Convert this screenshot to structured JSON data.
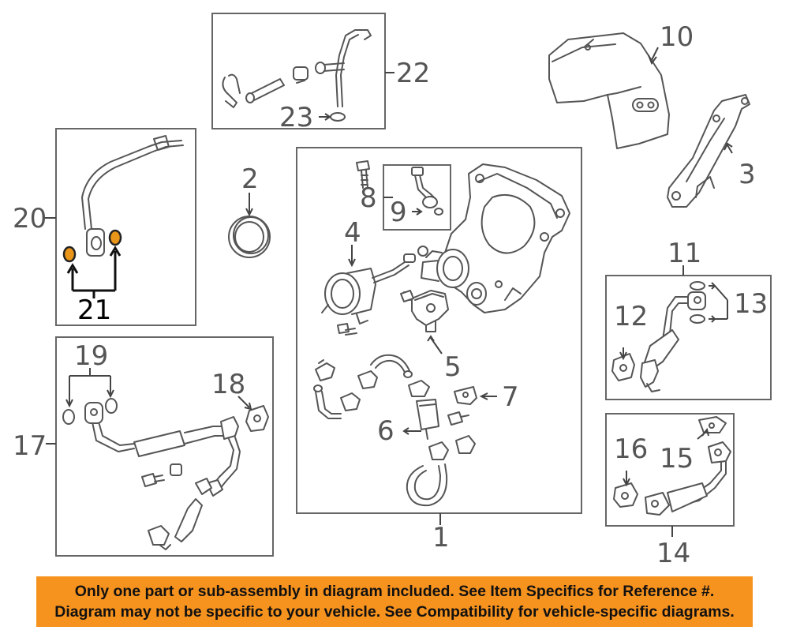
{
  "callouts": {
    "c1": "1",
    "c2": "2",
    "c3": "3",
    "c4": "4",
    "c5": "5",
    "c6": "6",
    "c7": "7",
    "c8": "8",
    "c9": "9",
    "c10": "10",
    "c11": "11",
    "c12": "12",
    "c13": "13",
    "c14": "14",
    "c15": "15",
    "c16": "16",
    "c17": "17",
    "c18": "18",
    "c19": "19",
    "c20": "20",
    "c21": "21",
    "c22": "22",
    "c23": "23"
  },
  "notice": {
    "line1": "Only one part or sub-assembly in diagram included. See Item Specifics for Reference #.",
    "line2": "Diagram may not be specific to your vehicle. See Compatibility for vehicle-specific diagrams."
  },
  "colors": {
    "highlight": "#e9951a",
    "banner": "#f6921e",
    "linework": "#555555"
  }
}
